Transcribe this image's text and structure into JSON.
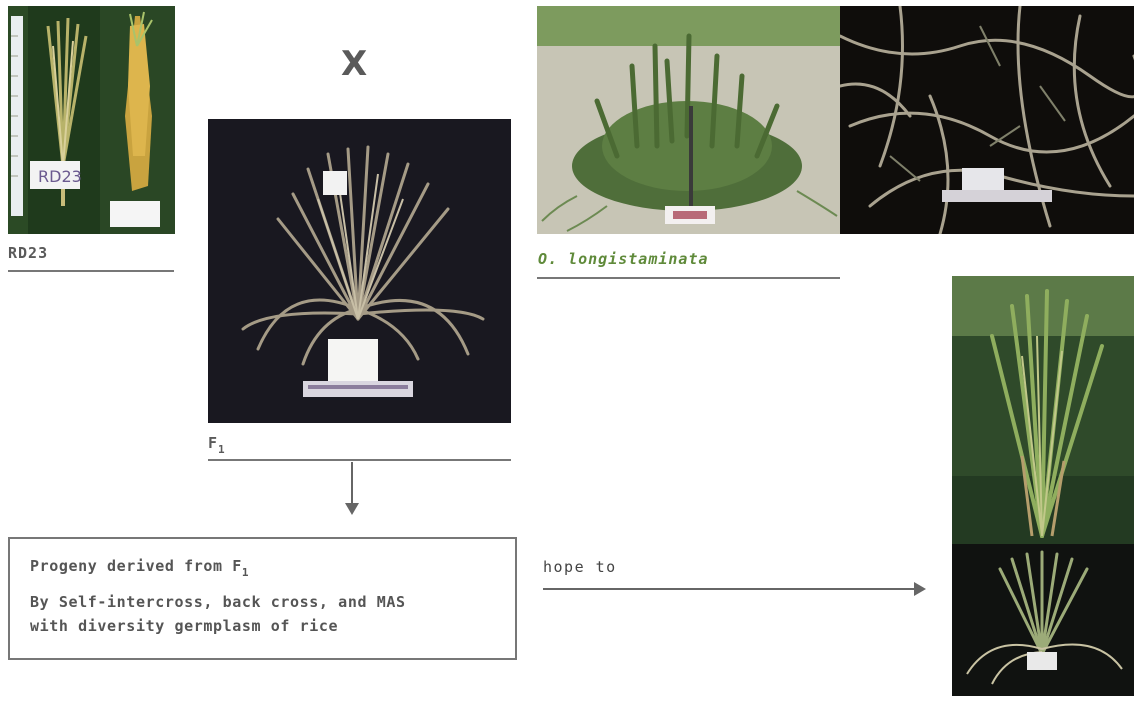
{
  "parents": {
    "left_label": "RD23",
    "cross_symbol": "X",
    "right_label": "O. longistaminata"
  },
  "f1": {
    "label_main": "F",
    "label_sub": "1"
  },
  "progeny_box": {
    "line1_main": "Progeny derived from F",
    "line1_sub": "1",
    "line2": "By Self-intercross, back cross, and MAS",
    "line3": "with diversity germplasm of rice"
  },
  "hope_text": "hope to",
  "colors": {
    "species_label": "#5f8a3a",
    "text": "#555555",
    "rules": "#777777"
  }
}
